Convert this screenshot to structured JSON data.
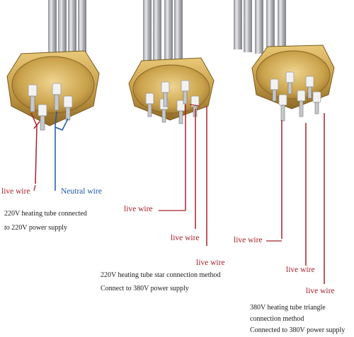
{
  "labels": {
    "live_wire": "live wire",
    "neutral_wire": "Neutral wire"
  },
  "captions": {
    "heater_1_line1": "220V heating tube connected",
    "heater_1_line2": "to 220V power supply",
    "heater_2_line1": "220V heating tube star connection method",
    "heater_2_line2": "Connect to 380V power supply",
    "heater_3_line1": "380V heating tube triangle",
    "heater_3_line2": "connection method",
    "heater_3_line3": "Connected to 380V power supply"
  },
  "colors": {
    "live": "#a8202a",
    "neutral": "#1f57a8",
    "brass": "#c9a14a",
    "steel": "#b7b9bd"
  }
}
